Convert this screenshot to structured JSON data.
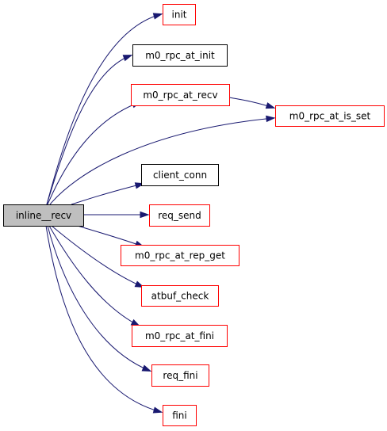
{
  "graph": {
    "colors": {
      "edge": "#191970",
      "root_fill": "#bfbfbf",
      "root_border": "#000000",
      "linked_border": "#ff0000",
      "plain_border": "#000000",
      "node_fill": "#ffffff"
    },
    "nodes": [
      {
        "id": "inline_recv",
        "label": "inline__recv",
        "style": "root"
      },
      {
        "id": "init",
        "label": "init",
        "style": "linked"
      },
      {
        "id": "m0_rpc_at_init",
        "label": "m0_rpc_at_init",
        "style": "plain"
      },
      {
        "id": "m0_rpc_at_recv",
        "label": "m0_rpc_at_recv",
        "style": "linked"
      },
      {
        "id": "m0_rpc_at_is_set",
        "label": "m0_rpc_at_is_set",
        "style": "linked"
      },
      {
        "id": "client_conn",
        "label": "client_conn",
        "style": "plain"
      },
      {
        "id": "req_send",
        "label": "req_send",
        "style": "linked"
      },
      {
        "id": "m0_rpc_at_rep_get",
        "label": "m0_rpc_at_rep_get",
        "style": "linked"
      },
      {
        "id": "atbuf_check",
        "label": "atbuf_check",
        "style": "linked"
      },
      {
        "id": "m0_rpc_at_fini",
        "label": "m0_rpc_at_fini",
        "style": "linked"
      },
      {
        "id": "req_fini",
        "label": "req_fini",
        "style": "linked"
      },
      {
        "id": "fini",
        "label": "fini",
        "style": "linked"
      }
    ],
    "edges": [
      {
        "from": "inline_recv",
        "to": "init"
      },
      {
        "from": "inline_recv",
        "to": "m0_rpc_at_init"
      },
      {
        "from": "inline_recv",
        "to": "m0_rpc_at_recv"
      },
      {
        "from": "inline_recv",
        "to": "m0_rpc_at_is_set"
      },
      {
        "from": "m0_rpc_at_recv",
        "to": "m0_rpc_at_is_set"
      },
      {
        "from": "inline_recv",
        "to": "client_conn"
      },
      {
        "from": "inline_recv",
        "to": "req_send"
      },
      {
        "from": "inline_recv",
        "to": "m0_rpc_at_rep_get"
      },
      {
        "from": "inline_recv",
        "to": "atbuf_check"
      },
      {
        "from": "inline_recv",
        "to": "m0_rpc_at_fini"
      },
      {
        "from": "inline_recv",
        "to": "req_fini"
      },
      {
        "from": "inline_recv",
        "to": "fini"
      }
    ]
  }
}
